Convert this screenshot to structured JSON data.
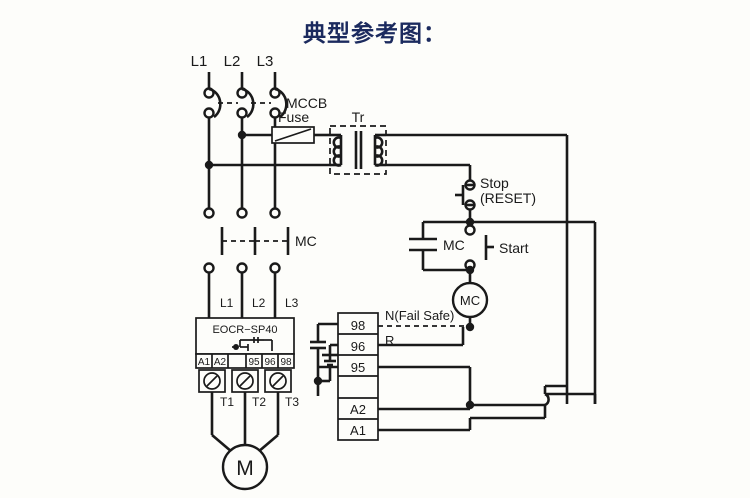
{
  "page": {
    "title": "典型参考图：",
    "title_color": "#1b2a5e",
    "background": "#fdfdfa",
    "line_color": "#1a1a1a"
  },
  "diagram": {
    "type": "electrical-wiring-schematic",
    "supply": {
      "phase_labels": [
        "L1",
        "L2",
        "L3"
      ]
    },
    "breaker": {
      "label": "MCCB"
    },
    "fuse": {
      "label": "Fuse"
    },
    "transformer": {
      "label": "Tr"
    },
    "contactor": {
      "label": "MC"
    },
    "contactor_coil": {
      "label": "MC"
    },
    "holding_contact": {
      "label": "MC"
    },
    "buttons": {
      "stop": {
        "label": "Stop",
        "sublabel": "(RESET)"
      },
      "start": {
        "label": "Start"
      }
    },
    "relay": {
      "model": "EOCR−SP40",
      "input_terminals": [
        "L1",
        "L2",
        "L3"
      ],
      "output_terminals": [
        "T1",
        "T2",
        "T3"
      ],
      "control_terminals": [
        "A1",
        "A2",
        "",
        "95",
        "96",
        "98"
      ]
    },
    "terminal_block": {
      "rows": [
        "98",
        "96",
        "95",
        "",
        "A2",
        "A1"
      ]
    },
    "annotations": {
      "fail_safe": "N(Fail Safe)",
      "r_line": "R"
    },
    "motor": {
      "label": "M"
    }
  }
}
